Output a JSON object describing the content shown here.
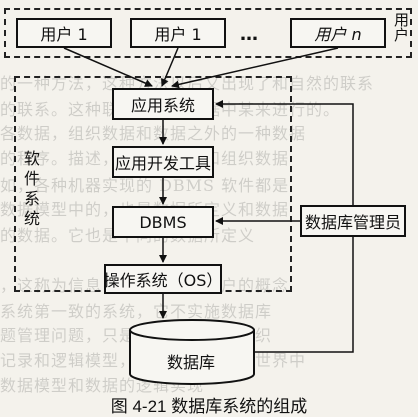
{
  "users": {
    "label": "用户",
    "items": [
      "用户 1",
      "用户 1",
      "用户 n"
    ],
    "ellipsis": "…"
  },
  "software_system": {
    "label": "软件系统",
    "layers": [
      "应用系统",
      "应用开发工具",
      "DBMS",
      "操作系统（OS）"
    ]
  },
  "dba": "数据库管理员",
  "database": "数据库",
  "caption": "图 4-21   数据库系统的组成"
}
